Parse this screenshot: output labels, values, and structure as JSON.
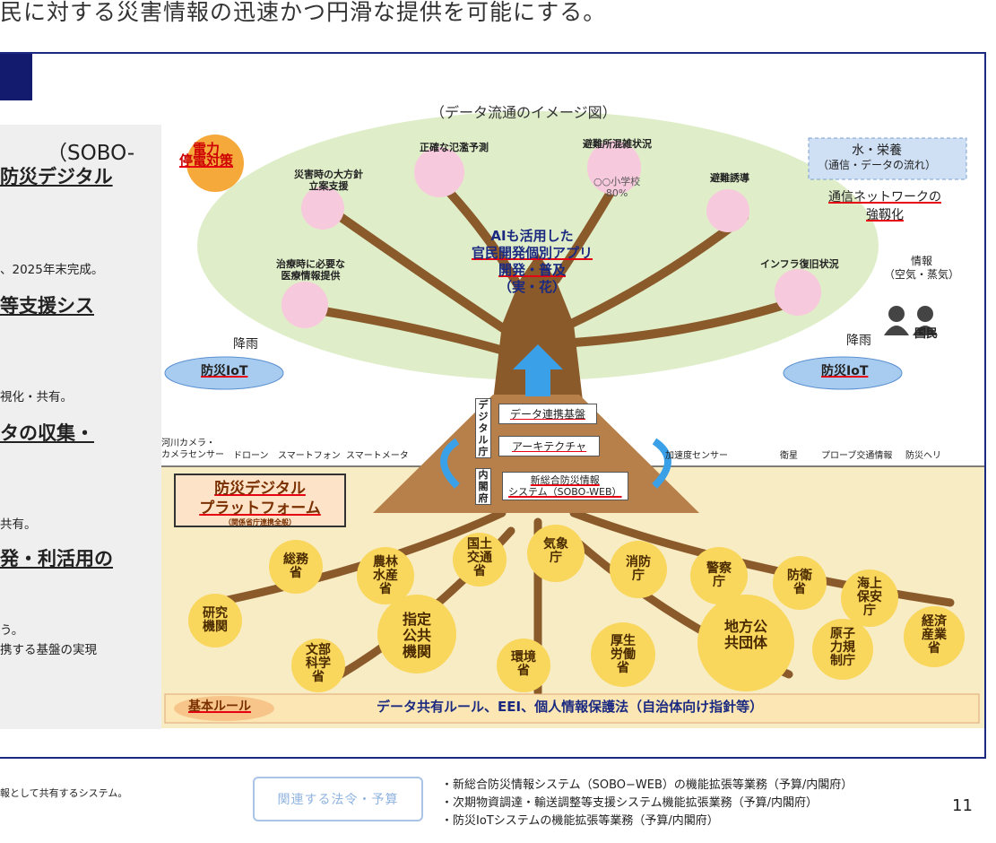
{
  "top_text": "民に対する災害情報の迅速かつ円滑な提供を可能にする。",
  "left": {
    "sobo_fragment": "（SOBO-",
    "bosai_digital_fragment": "防災デジタル",
    "completion_note": "、2025年末完成。",
    "support_fragment": "等支援シス",
    "visualize_note": "視化・共有。",
    "collect_fragment": "タの収集・",
    "share_note": "共有。",
    "develop_fragment": "発・利活用の",
    "note_a": "う。",
    "note_b": "携する基盤の実現"
  },
  "diagram": {
    "caption": "（データ流通のイメージ図）",
    "power_line1": "電力",
    "power_line2": "停電対策",
    "disaster_policy_line1": "災害時の大方針",
    "disaster_policy_line2": "立案支援",
    "flood_forecast": "正確な氾濫予測",
    "shelter_status": "避難所混雑状況",
    "shelter_school": "○○小学校",
    "shelter_percent": "80%",
    "evacuation_guidance": "避難誘導",
    "medical_line1": "治療時に必要な",
    "medical_line2": "医療情報提供",
    "infra_recovery": "インフラ復旧状況",
    "ai_line1": "AIも活用した",
    "ai_line2": "官民開発個別アプリ",
    "ai_line3": "開発・普及",
    "ai_line4": "（実・花）",
    "water_nutrient": "水・栄養",
    "network_flow": "（通信・データの流れ）",
    "network_line1": "通信ネットワークの",
    "network_line2": "強靱化",
    "info_label": "情報",
    "info_sub": "（空気・蒸気）",
    "citizens": "国民",
    "rain_left": "降雨",
    "rain_right": "降雨",
    "iot_left": "防災IoT",
    "iot_right": "防災IoT",
    "digital_agency": "デジタル庁",
    "cabinet_office": "内閣府",
    "data_platform": "データ連携基盤",
    "architecture": "アーキテクチャ",
    "sobo_line1": "新総合防災情報",
    "sobo_line2": "システム（SOBO-WEB）",
    "devices_left": {
      "river_camera_1": "河川カメラ・",
      "river_camera_2": "カメラセンサー",
      "drone": "ドローン",
      "smartphone": "スマートフォン",
      "smart_meter": "スマートメータ"
    },
    "devices_right": {
      "accel_sensor": "加速度センサー",
      "satellite": "衛星",
      "probe_traffic": "プローブ交通情報",
      "disaster_heli": "防災ヘリ"
    },
    "platform_line1": "防災デジタル",
    "platform_line2": "プラットフォーム",
    "platform_sub": "（関係省庁連携全般）",
    "roots": {
      "soumu": "総務省",
      "nourin": "農林水産省",
      "kokudo": "国土交通省",
      "kisho": "気象庁",
      "shobo": "消防庁",
      "keisatsu": "警察庁",
      "boei": "防衛省",
      "kaijo": "海上保安庁",
      "kenkyu": "研究機関",
      "shitei": "指定公共機関",
      "monbu": "文部科学省",
      "kankyo": "環境省",
      "kosei": "厚生労働省",
      "chiho": "地方公共団体",
      "genshi": "原子力規制庁",
      "keizai": "経済産業省"
    },
    "basic_rule": "基本ルール",
    "basic_rule_text": "データ共有ルール、EEI、個人情報保護法（自治体向け指針等）"
  },
  "footer": {
    "left_fragment": "報として共有するシステム。",
    "related_button": "関連する法令・予算",
    "bullets": [
      "・新総合防災情報システム（SOBO−WEB）の機能拡張等業務（予算/内閣府）",
      "・次期物資調達・輸送調整等支援システム機能拡張業務（予算/内閣府）",
      "・防災IoTシステムの機能拡張等業務（予算/内閣府）"
    ],
    "page_number": "11"
  },
  "colors": {
    "frame": "#1b2a80",
    "canopy": "#dfeec9",
    "trunk": "#8a5a2b",
    "root_node": "#f9d65c",
    "soil": "#f8ecc4",
    "accent_red": "#e60012",
    "rule_bar": "#fbe6b4"
  }
}
